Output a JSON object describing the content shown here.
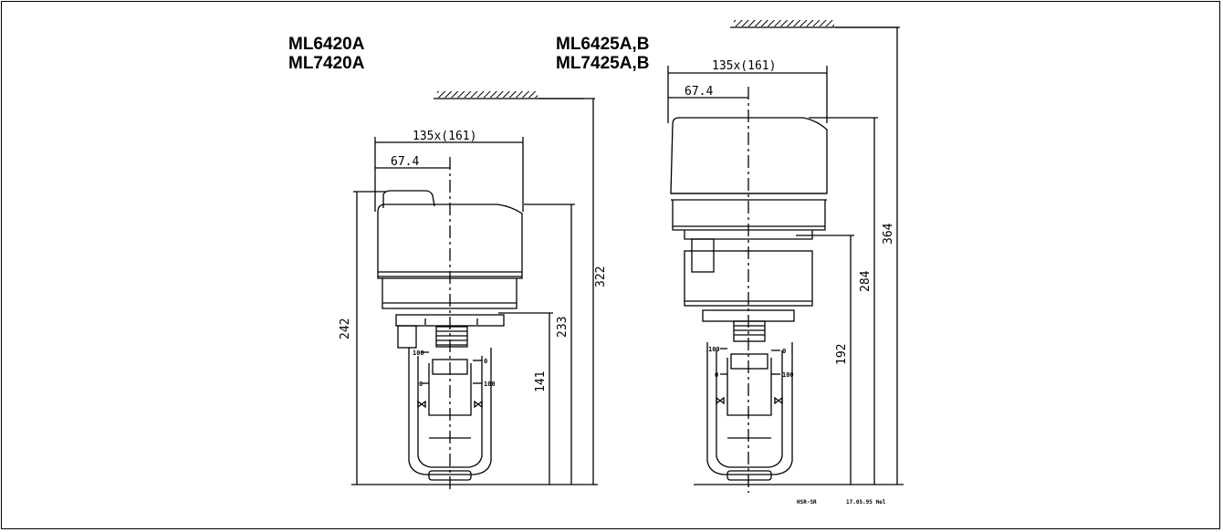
{
  "left_models": [
    "ML6420A",
    "ML7420A"
  ],
  "right_models": [
    "ML6425A,B",
    "ML7425A,B"
  ],
  "left_dims": {
    "width": "135x(161)",
    "half_width": "67.4",
    "overall": "322",
    "actuator_height": "242",
    "mid": "233",
    "lower": "141"
  },
  "right_dims": {
    "width": "135x(161)",
    "half_width": "67.4",
    "overall": "364",
    "actuator_height": "284",
    "lower": "192"
  },
  "scale_marks": {
    "top": "100",
    "bottom": "0"
  },
  "stamp": {
    "ref": "HSR-SR",
    "date": "17.05.95 Hel"
  }
}
